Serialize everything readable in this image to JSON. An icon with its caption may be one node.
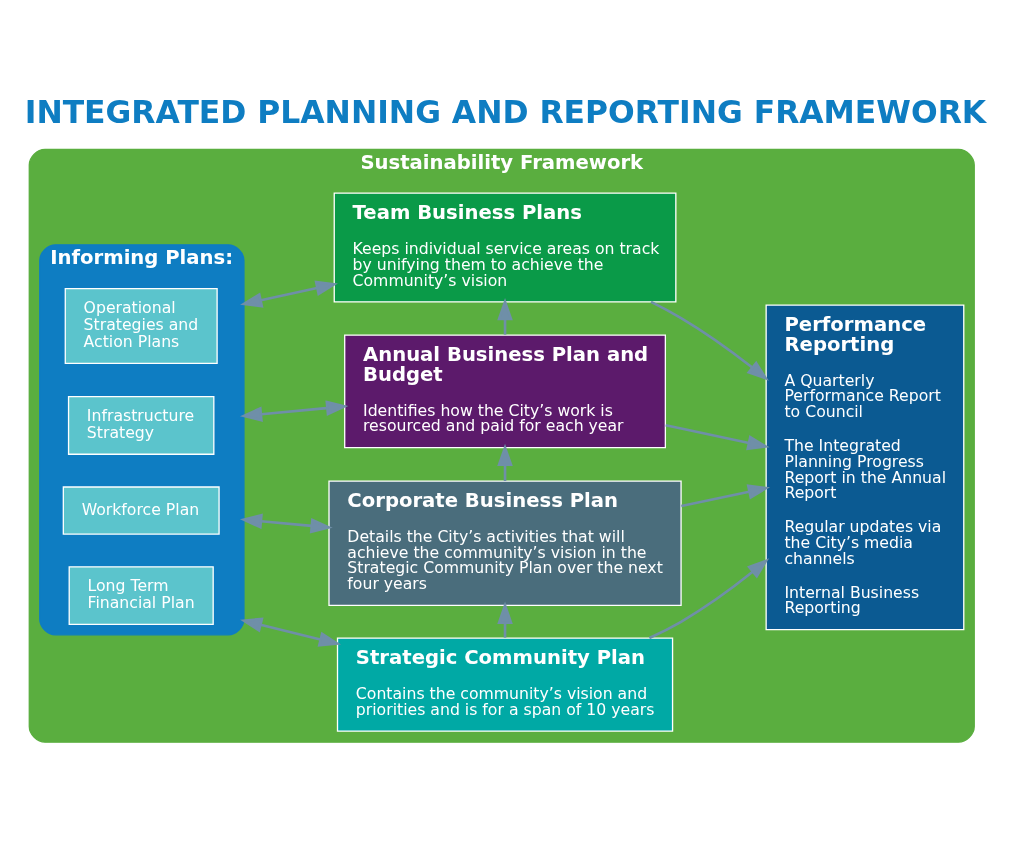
{
  "diagram": {
    "title": "INTEGRATED PLANNING AND REPORTING FRAMEWORK",
    "nodes": [
      {
        "text": [
          "Sustainability Framework"
        ]
      },
      {
        "text": [
          "Informing Plans:"
        ],
        "in": 0
      },
      {
        "text": [
          "Long Term Financial Plan"
        ],
        "in": 1
      },
      {
        "text": [
          "Workforce Plan"
        ],
        "in": 1
      },
      {
        "text": [
          "Infrastructure Strategy"
        ],
        "in": 1
      },
      {
        "text": [
          "Operational Strategies and Action Plans"
        ],
        "in": 1
      },
      {
        "text": [
          "Strategic Community Plan",
          "Contains the community’s vision and priorities and is for a span of 10 years"
        ],
        "in": 0
      },
      {
        "text": [
          "Corporate Business Plan",
          "Details the City’s activities that will achieve the community’s vision in the Strategic Community Plan over the next four years"
        ],
        "in": 0
      },
      {
        "text": [
          "Annual Business Plan and Budget",
          "Identifies how the City’s work is resourced and paid for each year"
        ],
        "in": 0
      },
      {
        "text": [
          "Team Business Plans",
          "Keeps individual service areas on track by unifying them to achieve the Community’s vision"
        ],
        "in": 0
      },
      {
        "text": [
          "Performance Reporting",
          "A Quarterly Performance Report to Council",
          "The Integrated Planning Progress Report in the Annual Report",
          "Regular updates via the City’s media channels",
          "Internal Business Reporting"
        ],
        "in": 0
      }
    ],
    "edges": [
      {
        "from": 1,
        "to": 6,
        "arrow": "both"
      },
      {
        "from": 1,
        "to": 7,
        "arrow": "both"
      },
      {
        "from": 1,
        "to": 8,
        "arrow": "both"
      },
      {
        "from": 1,
        "to": 9,
        "arrow": "both"
      },
      {
        "from": 6,
        "to": 7,
        "arrow": "to"
      },
      {
        "from": 7,
        "to": 8,
        "arrow": "to"
      },
      {
        "from": 8,
        "to": 9,
        "arrow": "to"
      },
      {
        "from": 6,
        "to": 10,
        "arrow": "to"
      },
      {
        "from": 7,
        "to": 10,
        "arrow": "to"
      },
      {
        "from": 8,
        "to": 10,
        "arrow": "to"
      },
      {
        "from": 9,
        "to": 10,
        "arrow": "to"
      }
    ]
  }
}
